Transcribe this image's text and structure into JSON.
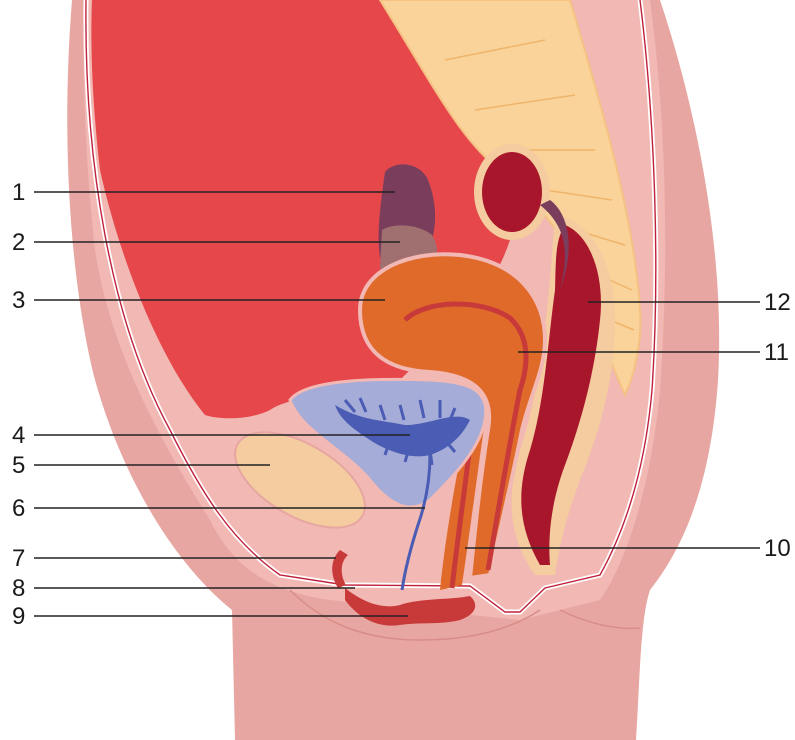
{
  "labels": {
    "l1": "1",
    "l2": "2",
    "l3": "3",
    "l4": "4",
    "l5": "5",
    "l6": "6",
    "l7": "7",
    "l8": "8",
    "l9": "9",
    "l10": "10",
    "l11": "11",
    "l12": "12"
  },
  "colors": {
    "skin": "#e8a6a2",
    "skin_light": "#f2b8b3",
    "cavity": "#e5474b",
    "spine": "#f9d39a",
    "uterus": "#e06a2a",
    "bladder": "#a6acd8",
    "bladder_lining": "#4a5cb3",
    "pubic_bone": "#f4cc9f",
    "rectum": "#a8162c",
    "intestine": "#7a3d5c",
    "leader_line": "#222222"
  }
}
